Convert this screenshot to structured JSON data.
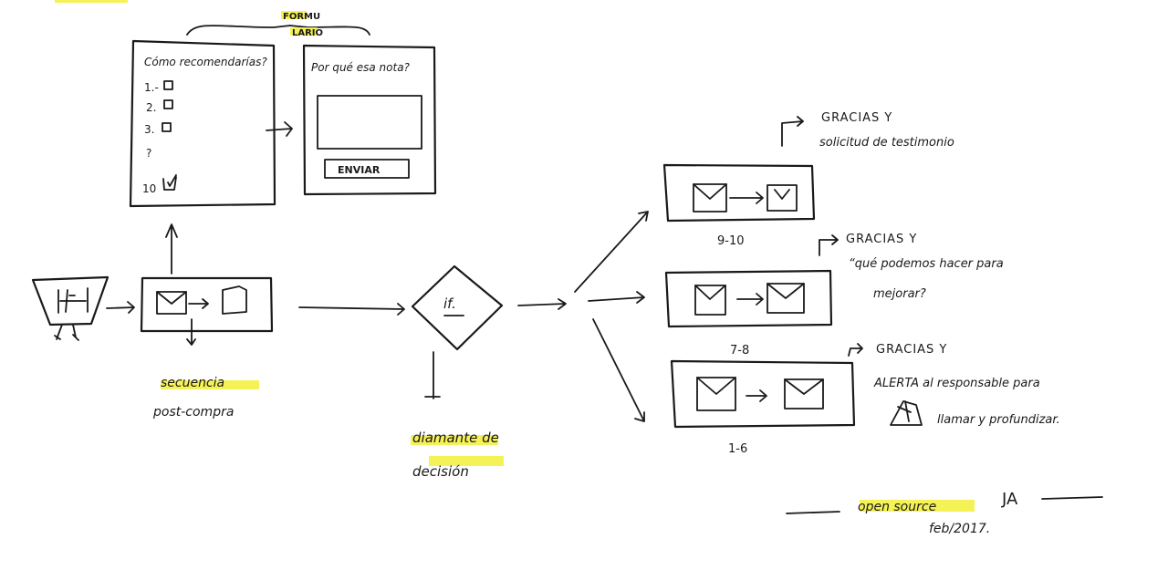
{
  "colors": {
    "ink": "#1a1a1a",
    "highlighter": "#f3f03a",
    "paper": "#ffffff"
  },
  "form_header": [
    "FORMU",
    "LARIO"
  ],
  "survey": {
    "question": "Cómo recomendarías?",
    "options": [
      "1.-",
      "2.",
      "3.",
      "?",
      "10"
    ]
  },
  "why_form": {
    "question": "Por qué esa nota?",
    "button": "ENVIAR"
  },
  "sequence_label": [
    "secuencia",
    "post-compra"
  ],
  "decision": {
    "node_label": "if.",
    "caption": [
      "diamante de",
      "decisión"
    ]
  },
  "branches": [
    {
      "range": "9-10",
      "response": [
        "GRACIAS Y",
        "solicitud de testimonio"
      ]
    },
    {
      "range": "7-8",
      "response": [
        "GRACIAS Y",
        "“qué podemos hacer para",
        "mejorar?"
      ]
    },
    {
      "range": "1-6",
      "response": [
        "GRACIAS Y",
        "ALERTA al responsable para",
        "llamar y profundizar."
      ]
    }
  ],
  "signature": {
    "name": "open source",
    "initials": "JA",
    "date": "feb/2017."
  }
}
